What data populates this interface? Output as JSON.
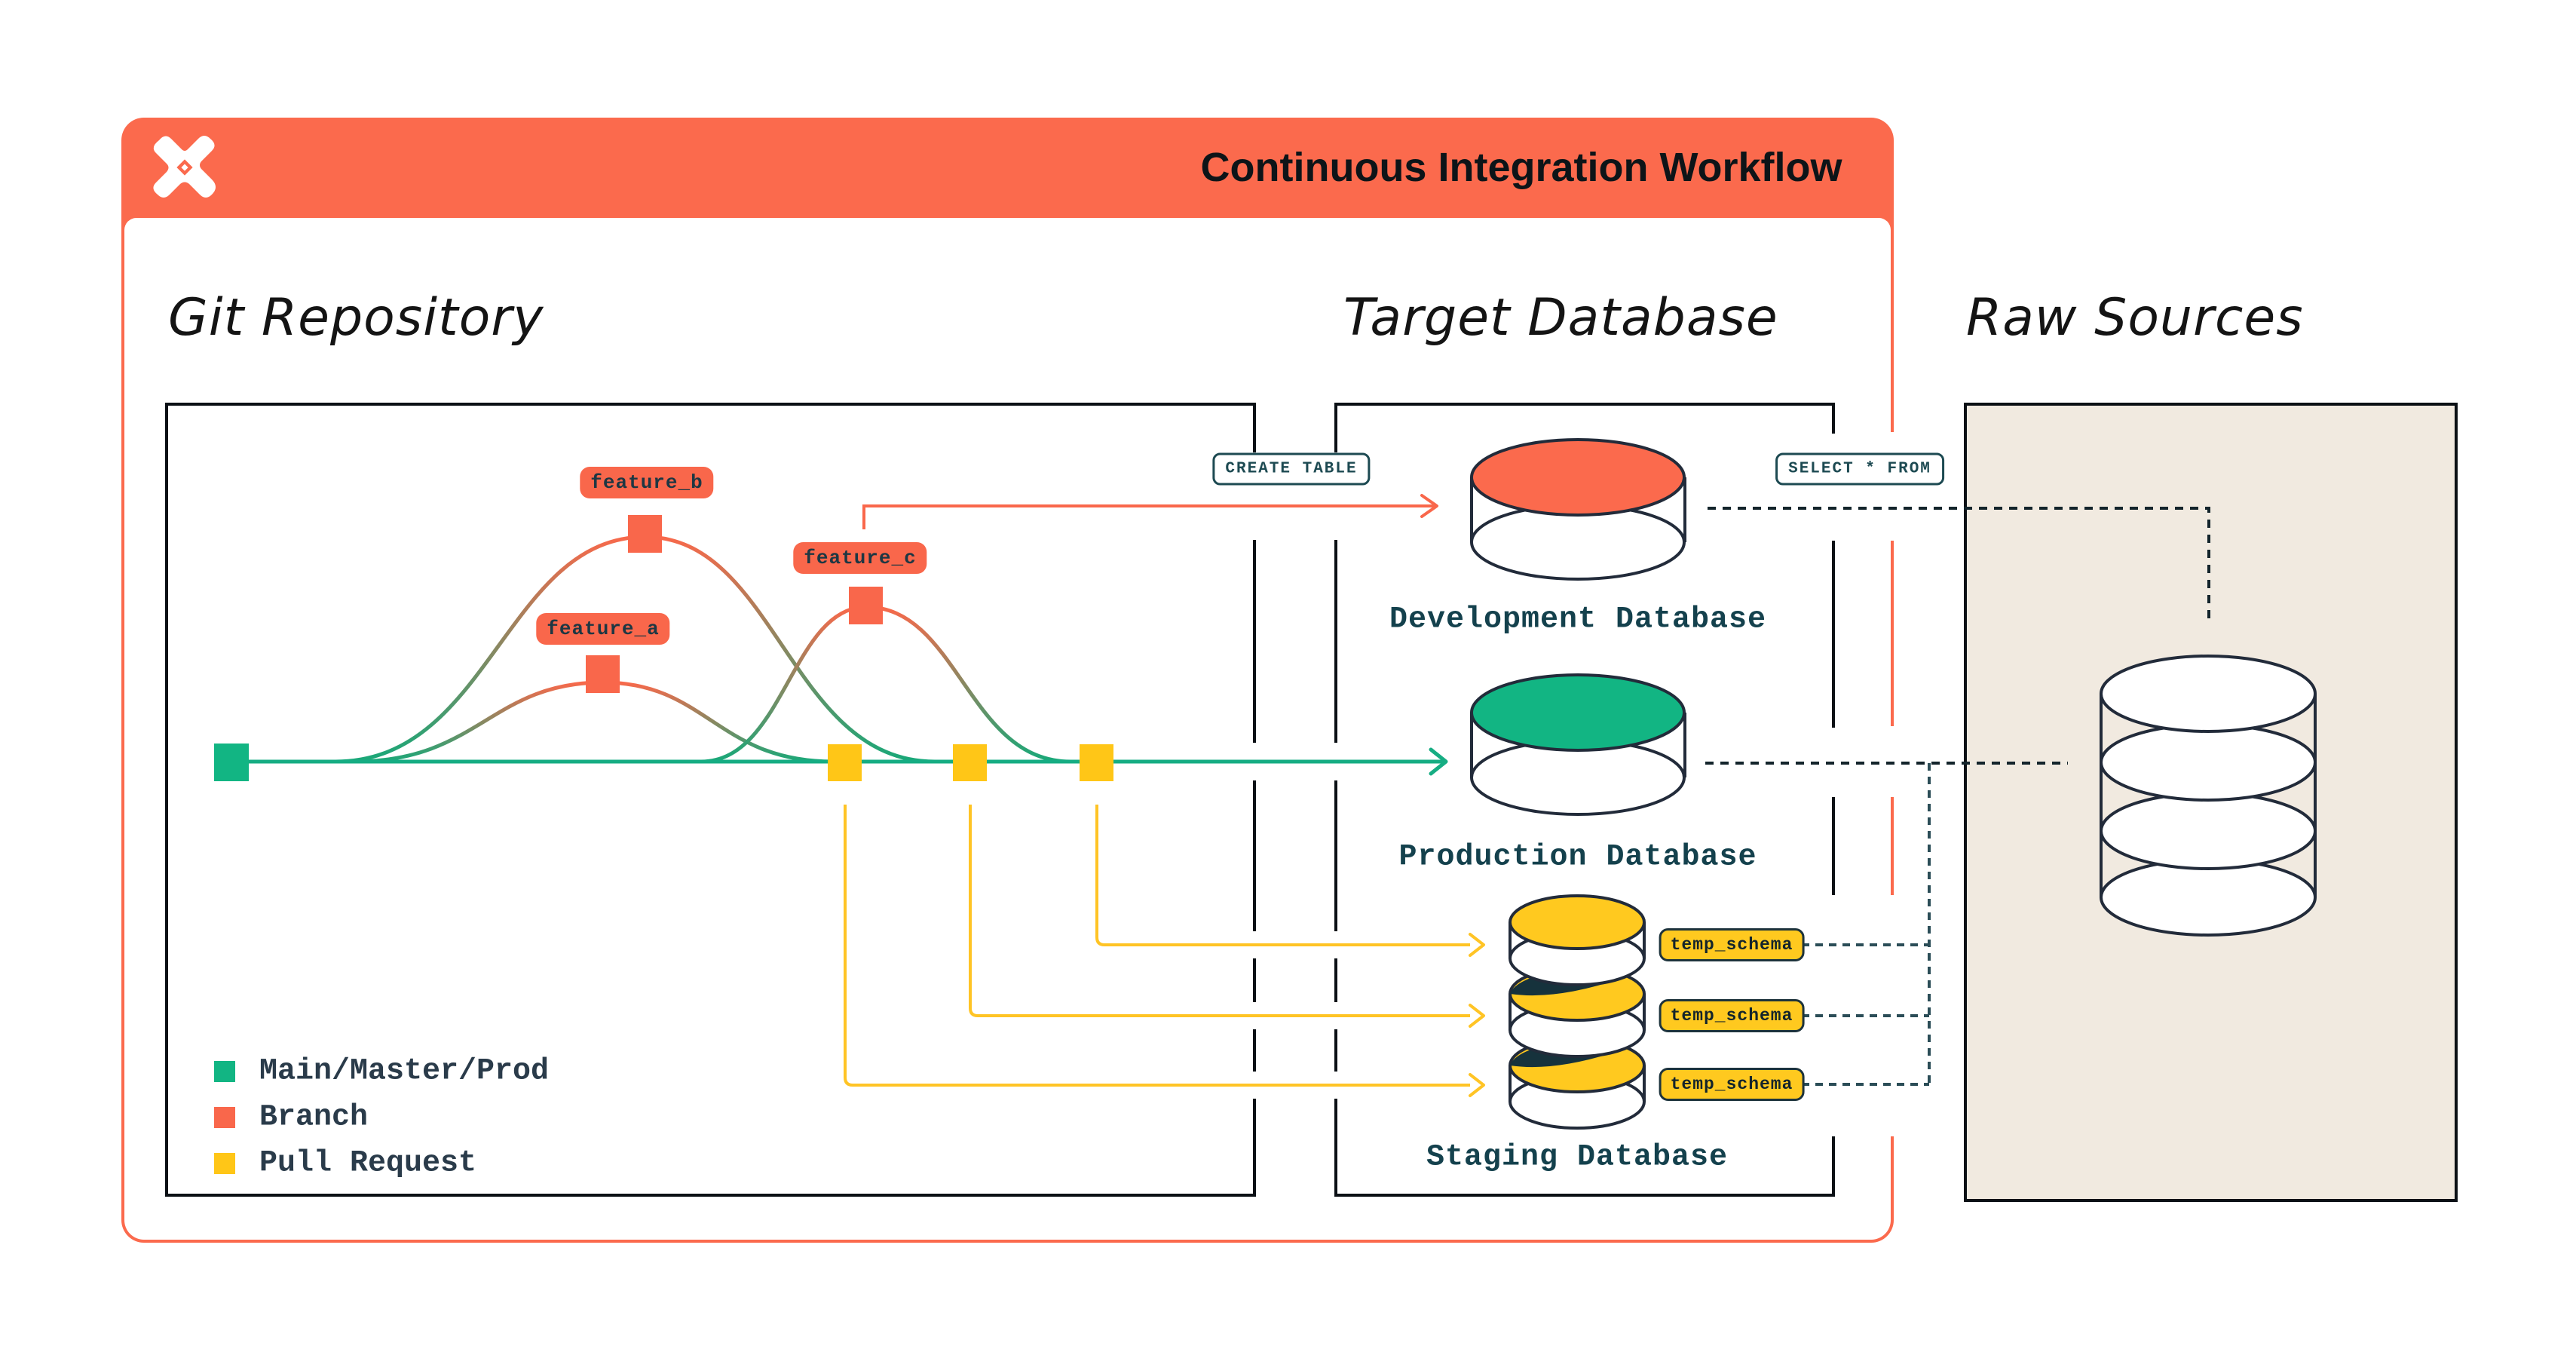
{
  "header": {
    "title": "Continuous Integration Workflow"
  },
  "sections": {
    "git": "Git Repository",
    "target": "Target Database",
    "raw": "Raw Sources"
  },
  "git_graph": {
    "branch_labels": {
      "a": "feature_a",
      "b": "feature_b",
      "c": "feature_c"
    },
    "legend": {
      "items": [
        {
          "label": "Main/Master/Prod",
          "color": "#12B583"
        },
        {
          "label": "Branch",
          "color": "#F9674B"
        },
        {
          "label": "Pull Request",
          "color": "#FFC617"
        }
      ]
    }
  },
  "badges": {
    "create_table": "CREATE TABLE",
    "select_from": "SELECT * FROM",
    "temp_schema": "temp_schema"
  },
  "databases": {
    "development": "Development Database",
    "production": "Production Database",
    "staging": "Staging Database"
  },
  "colors": {
    "accent_orange": "#FB6A4D",
    "green": "#12B583",
    "yellow": "#FFC91F",
    "navy": "#1d333c",
    "beige": "#F1EAE0"
  }
}
